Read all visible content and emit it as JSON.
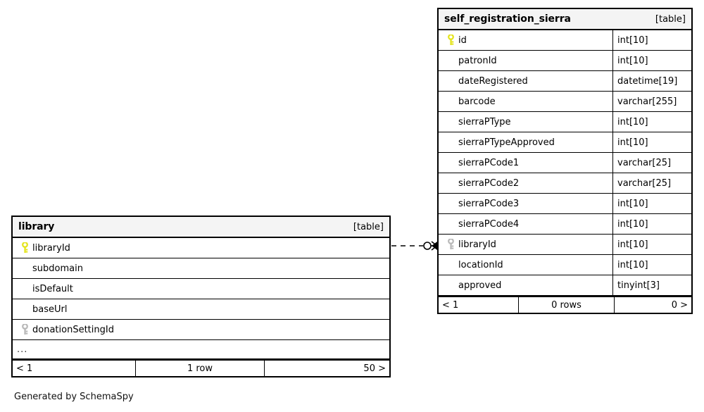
{
  "diagram": {
    "generator_text": "Generated by SchemaSpy",
    "kind_label": "[table]",
    "key_icon": "key-icon",
    "relationship": {
      "name": "library-to-self_registration_sierra",
      "from": "library.libraryId",
      "to": "self_registration_sierra.libraryId",
      "line_style": "dashed",
      "start_marker": "none",
      "end_marker": "zero-or-many-crowsfoot",
      "color": "#000000"
    }
  },
  "tables": [
    {
      "id": "library",
      "name": "library",
      "kind": "[table]",
      "columns": [
        {
          "name": "libraryId",
          "type": "",
          "key": "primary"
        },
        {
          "name": "subdomain",
          "type": "",
          "key": "none"
        },
        {
          "name": "isDefault",
          "type": "",
          "key": "none"
        },
        {
          "name": "baseUrl",
          "type": "",
          "key": "none"
        },
        {
          "name": "donationSettingId",
          "type": "",
          "key": "foreign"
        }
      ],
      "truncated_indicator": "...",
      "footer": {
        "left": "< 1",
        "middle": "1 row",
        "right": "50 >"
      }
    },
    {
      "id": "self_registration_sierra",
      "name": "self_registration_sierra",
      "kind": "[table]",
      "columns": [
        {
          "name": "id",
          "type": "int[10]",
          "key": "primary"
        },
        {
          "name": "patronId",
          "type": "int[10]",
          "key": "none"
        },
        {
          "name": "dateRegistered",
          "type": "datetime[19]",
          "key": "none"
        },
        {
          "name": "barcode",
          "type": "varchar[255]",
          "key": "none"
        },
        {
          "name": "sierraPType",
          "type": "int[10]",
          "key": "none"
        },
        {
          "name": "sierraPTypeApproved",
          "type": "int[10]",
          "key": "none"
        },
        {
          "name": "sierraPCode1",
          "type": "varchar[25]",
          "key": "none"
        },
        {
          "name": "sierraPCode2",
          "type": "varchar[25]",
          "key": "none"
        },
        {
          "name": "sierraPCode3",
          "type": "int[10]",
          "key": "none"
        },
        {
          "name": "sierraPCode4",
          "type": "int[10]",
          "key": "none"
        },
        {
          "name": "libraryId",
          "type": "int[10]",
          "key": "foreign"
        },
        {
          "name": "locationId",
          "type": "int[10]",
          "key": "none"
        },
        {
          "name": "approved",
          "type": "tinyint[3]",
          "key": "none"
        }
      ],
      "truncated_indicator": null,
      "footer": {
        "left": "< 1",
        "middle": "0 rows",
        "right": "0 >"
      }
    }
  ],
  "colors": {
    "primary_key_icon": "#e8e81c",
    "foreign_key_icon": "#b5b5b5",
    "header_background": "#f4f4f4",
    "border": "#000000",
    "text": "#000000"
  }
}
